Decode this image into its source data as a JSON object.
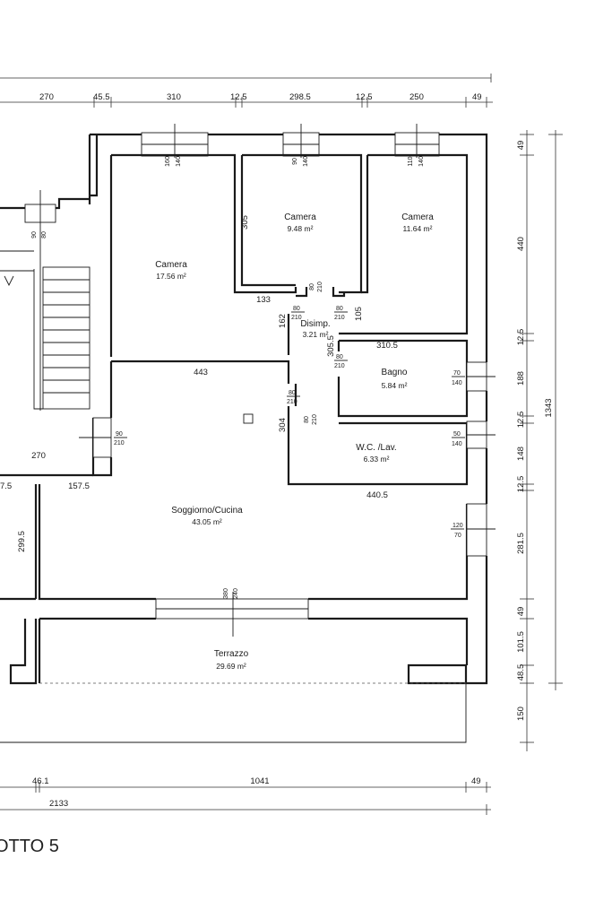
{
  "rooms": {
    "camera1": {
      "name": "Camera",
      "area": "17.56 m²"
    },
    "camera2": {
      "name": "Camera",
      "area": "9.48 m²"
    },
    "camera3": {
      "name": "Camera",
      "area": "11.64 m²"
    },
    "disimp": {
      "name": "Disimp.",
      "area": "3.21 m²"
    },
    "bagno": {
      "name": "Bagno",
      "area": "5.84 m²"
    },
    "wc": {
      "name": "W.C. /Lav.",
      "area": "6.33 m²"
    },
    "soggiorno": {
      "name": "Soggiorno/Cucina",
      "area": "43.05 m²"
    },
    "terrazzo": {
      "name": "Terrazzo",
      "area": "29.69 m²"
    }
  },
  "top_dims": [
    "270",
    "45.5",
    "310",
    "12.5",
    "298.5",
    "12.5",
    "250",
    "49"
  ],
  "right_dims": [
    "49",
    "440",
    "12.5",
    "188",
    "12.5",
    "148",
    "12.5",
    "281.5",
    "49",
    "101.5",
    "48.5",
    "150"
  ],
  "total_height": "1343",
  "bottom_dims": {
    "left": "46.1",
    "middle": "1041",
    "right": "49",
    "total": "2133"
  },
  "interior_dims": {
    "d305": "305",
    "d133": "133",
    "d162": "162",
    "d105": "105",
    "d3105": "310.5",
    "d3055": "305.5",
    "d443": "443",
    "d304": "304",
    "d270": "270",
    "d1575": "157.5",
    "d75": "7.5",
    "d2995": "299.5",
    "d4405": "440.5"
  },
  "openings": {
    "w1": [
      "160",
      "140"
    ],
    "w2": [
      "90",
      "140"
    ],
    "w3": [
      "110",
      "140"
    ],
    "w4": [
      "90",
      "80"
    ],
    "d1": [
      "80",
      "210"
    ],
    "d2": [
      "80",
      "210"
    ],
    "d3": [
      "80",
      "210"
    ],
    "d4": [
      "80",
      "210"
    ],
    "d5": [
      "80",
      "210"
    ],
    "d6": [
      "80",
      "210"
    ],
    "d7": [
      "90",
      "210"
    ],
    "wb": [
      "70",
      "140"
    ],
    "wwc": [
      "50",
      "140"
    ],
    "ws": [
      "120",
      "70"
    ],
    "wt": [
      "380",
      "240"
    ]
  },
  "title": "OTTO 5"
}
